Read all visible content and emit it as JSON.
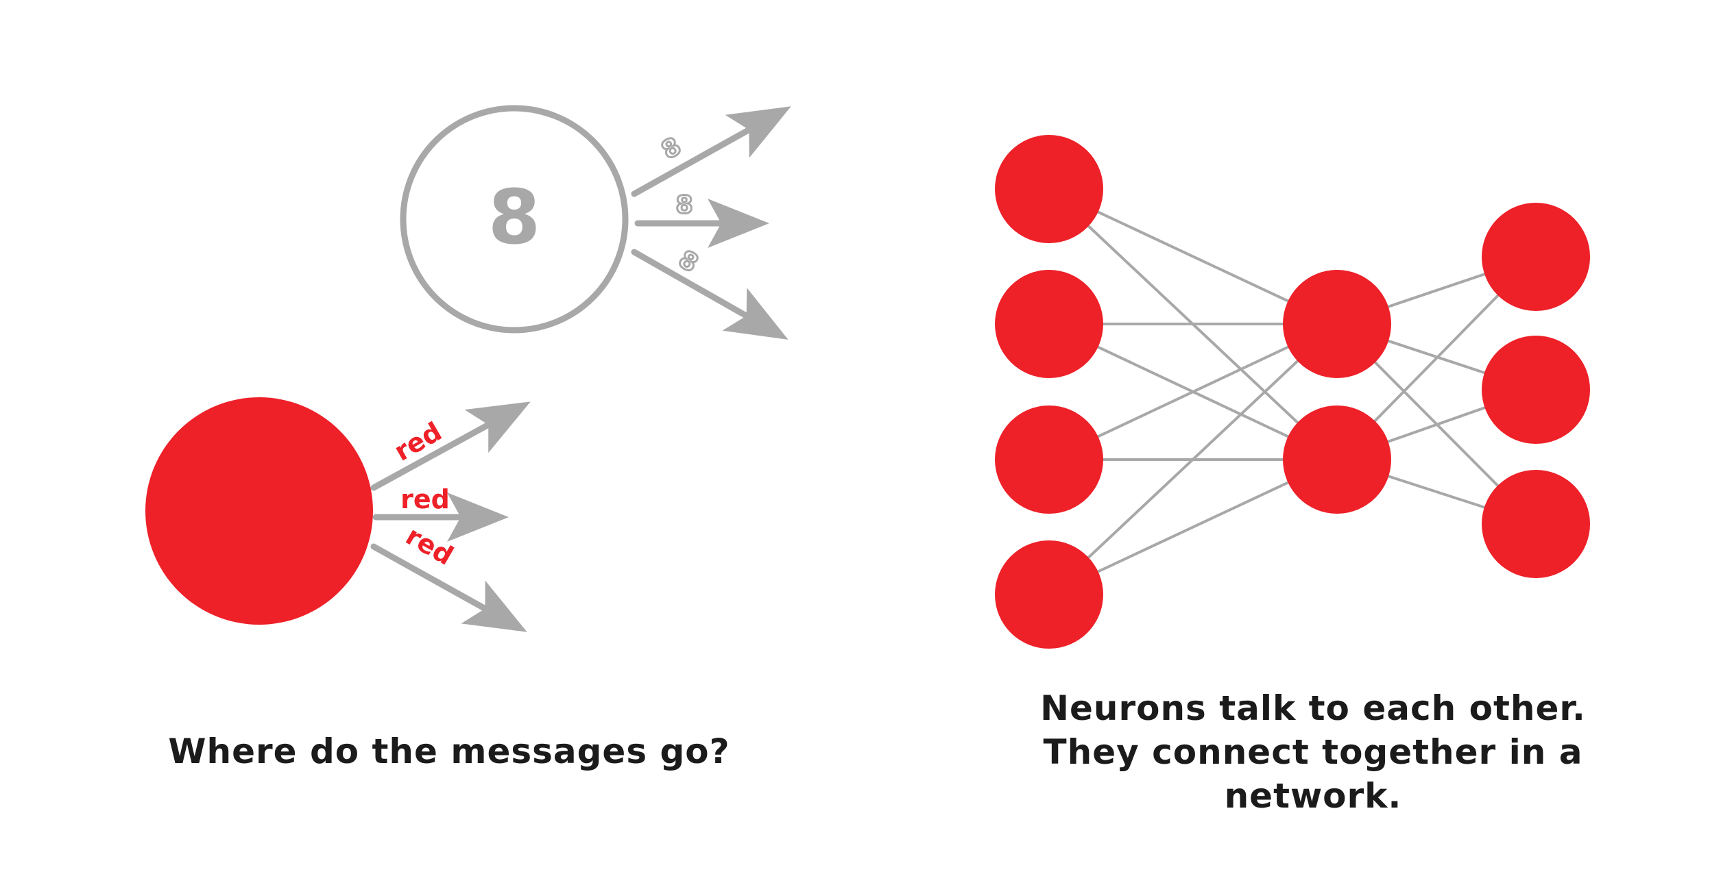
{
  "colors": {
    "neuron_red": "#ee2028",
    "connector_gray": "#a8a8a9",
    "text_dark": "#1b1b1b",
    "background": "#ffffff"
  },
  "gray_neuron": {
    "digit": "8",
    "arrow_labels": [
      "8",
      "8",
      "8"
    ]
  },
  "red_neuron": {
    "arrow_labels": [
      "red",
      "red",
      "red"
    ]
  },
  "network": {
    "layers": [
      4,
      2,
      3
    ]
  },
  "captions": {
    "left": "Where do the messages go?",
    "right_line1": "Neurons talk to each other.",
    "right_line2": "They connect together in a network."
  }
}
